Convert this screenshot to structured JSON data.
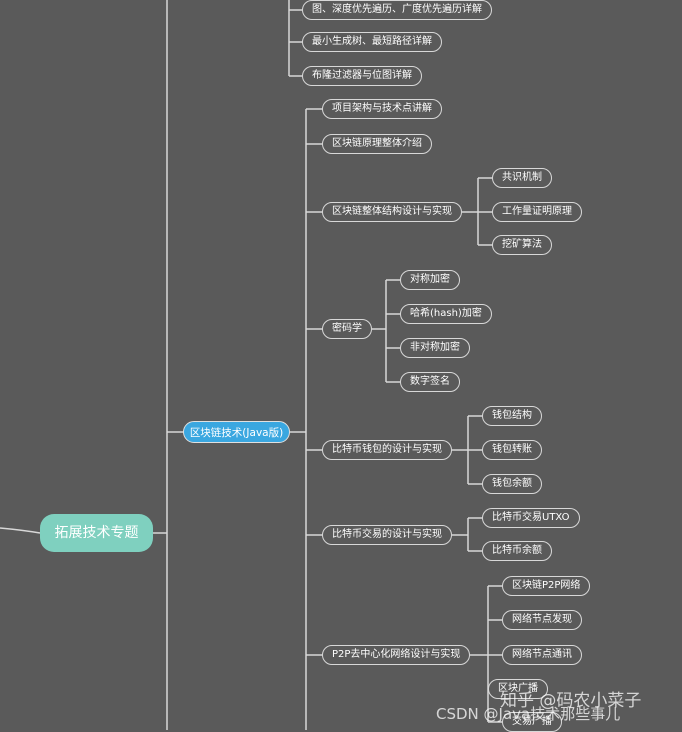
{
  "root": "拓展技术专题",
  "hub": "区块链技术(Java版)",
  "top_items": [
    "图、深度优先遍历、广度优先遍历详解",
    "最小生成树、最短路径详解",
    "布隆过滤器与位图详解"
  ],
  "branches": [
    {
      "label": "项目架构与技术点讲解"
    },
    {
      "label": "区块链原理整体介绍"
    },
    {
      "label": "区块链整体结构设计与实现",
      "children": [
        "共识机制",
        "工作量证明原理",
        "挖矿算法"
      ]
    },
    {
      "label": "密码学",
      "children": [
        "对称加密",
        "哈希(hash)加密",
        "非对称加密",
        "数字签名"
      ]
    },
    {
      "label": "比特币钱包的设计与实现",
      "children": [
        "钱包结构",
        "钱包转账",
        "钱包余额"
      ]
    },
    {
      "label": "比特币交易的设计与实现",
      "children": [
        "比特币交易UTXO",
        "比特币余额"
      ]
    },
    {
      "label": "P2P去中心化网络设计与实现",
      "children": [
        "区块链P2P网络",
        "网络节点发现",
        "网络节点通讯",
        "区块广播",
        "交易广播"
      ]
    }
  ],
  "watermark": {
    "zhihu": "知乎 @码农小菜子",
    "csdn": "CSDN @Java技术那些事儿"
  },
  "colors": {
    "background": "#5a5a5a",
    "root": "#7fd0bf",
    "hub": "#3aa7e0",
    "line": "#d8d8d8"
  }
}
